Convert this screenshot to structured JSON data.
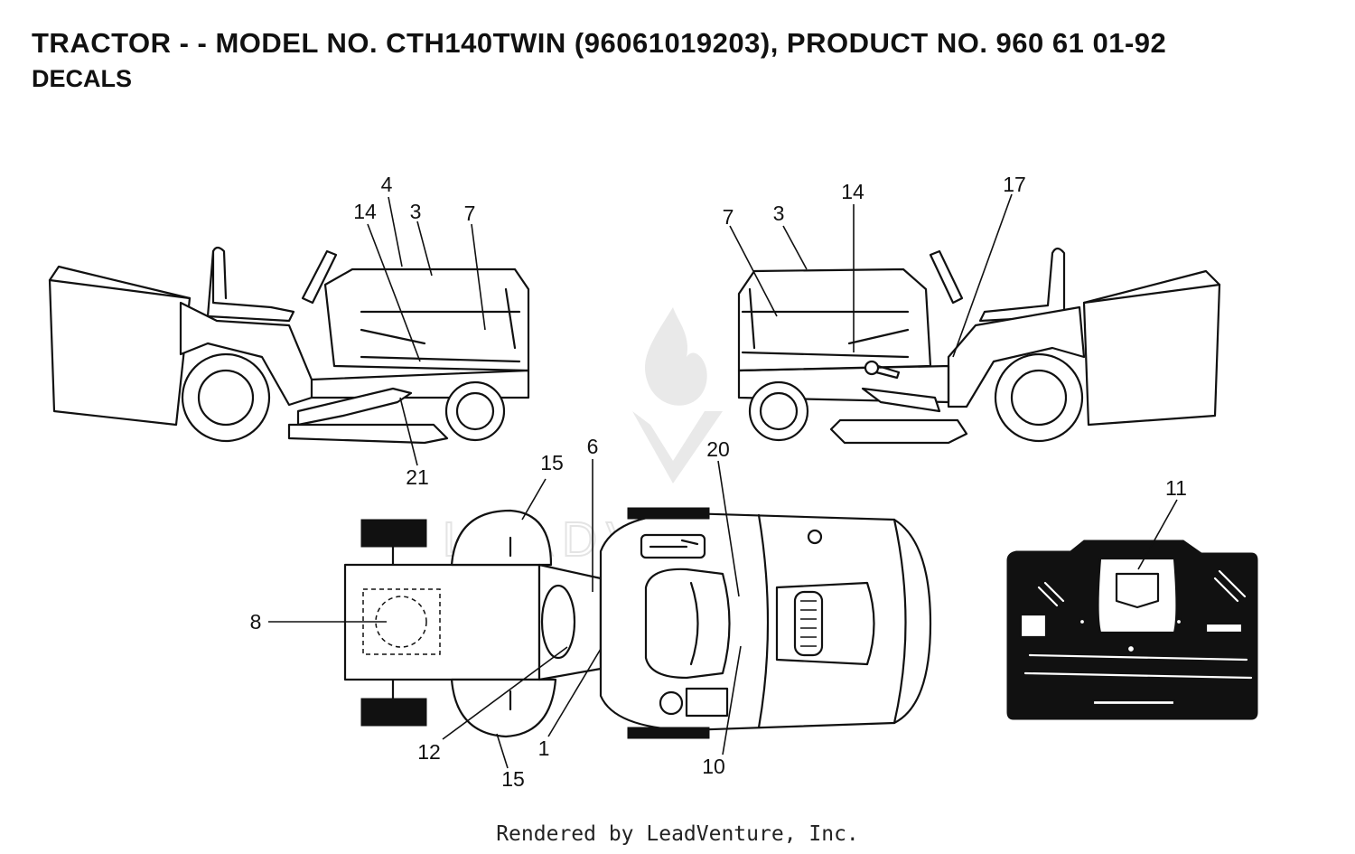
{
  "header": {
    "title": "TRACTOR - - MODEL NO. CTH140TWIN (96061019203), PRODUCT NO. 960 61 01-92",
    "subtitle": "DECALS"
  },
  "footer": {
    "text": "Rendered by LeadVenture, Inc."
  },
  "callouts": {
    "left_view": [
      "4",
      "3",
      "14",
      "7",
      "21"
    ],
    "right_view": [
      "7",
      "3",
      "14",
      "17"
    ],
    "top_view": [
      "15",
      "6",
      "20",
      "8",
      "12",
      "1",
      "10",
      "15"
    ],
    "dash_view": [
      "11"
    ]
  },
  "colors": {
    "line": "#111111",
    "background": "#ffffff",
    "watermark": "#e6e6e6"
  }
}
